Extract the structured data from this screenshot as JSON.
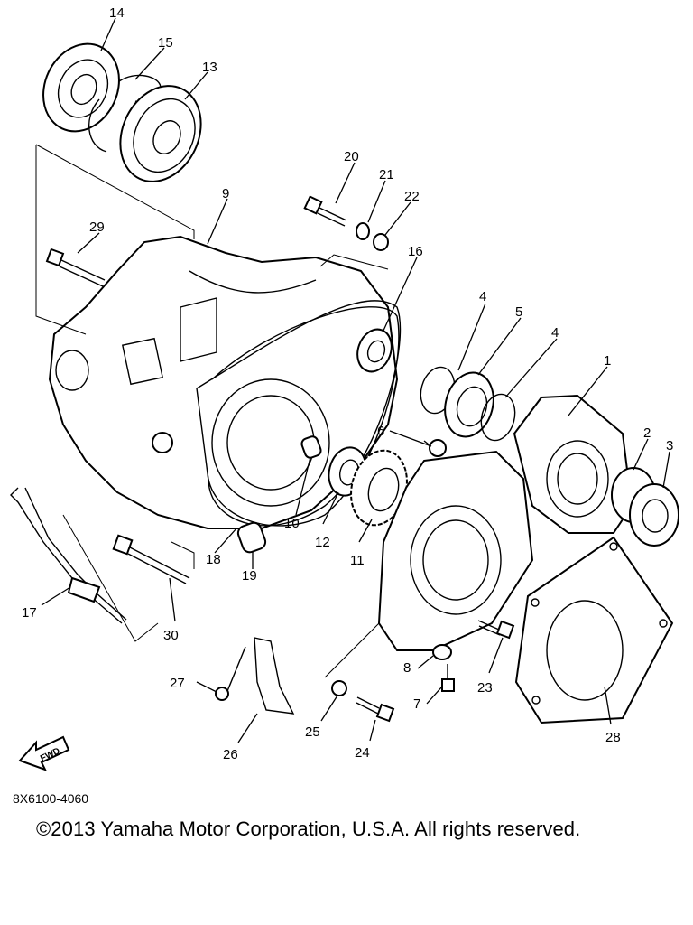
{
  "diagram": {
    "callouts": [
      {
        "id": "1",
        "text": "1"
      },
      {
        "id": "2",
        "text": "2"
      },
      {
        "id": "3",
        "text": "3"
      },
      {
        "id": "4a",
        "text": "4"
      },
      {
        "id": "5",
        "text": "5"
      },
      {
        "id": "4b",
        "text": "4"
      },
      {
        "id": "6",
        "text": "6"
      },
      {
        "id": "7",
        "text": "7"
      },
      {
        "id": "8",
        "text": "8"
      },
      {
        "id": "9",
        "text": "9"
      },
      {
        "id": "10",
        "text": "10"
      },
      {
        "id": "11",
        "text": "11"
      },
      {
        "id": "12",
        "text": "12"
      },
      {
        "id": "13",
        "text": "13"
      },
      {
        "id": "14",
        "text": "14"
      },
      {
        "id": "15",
        "text": "15"
      },
      {
        "id": "16",
        "text": "16"
      },
      {
        "id": "17",
        "text": "17"
      },
      {
        "id": "18",
        "text": "18"
      },
      {
        "id": "19",
        "text": "19"
      },
      {
        "id": "20",
        "text": "20"
      },
      {
        "id": "21",
        "text": "21"
      },
      {
        "id": "22",
        "text": "22"
      },
      {
        "id": "23",
        "text": "23"
      },
      {
        "id": "24",
        "text": "24"
      },
      {
        "id": "25",
        "text": "25"
      },
      {
        "id": "26",
        "text": "26"
      },
      {
        "id": "27",
        "text": "27"
      },
      {
        "id": "28",
        "text": "28"
      },
      {
        "id": "29",
        "text": "29"
      },
      {
        "id": "30",
        "text": "30"
      }
    ],
    "fwd_arrow": "FWD",
    "diagram_code": "8X6100-4060"
  },
  "footer": {
    "copyright": "©2013 Yamaha Motor Corporation, U.S.A. All rights reserved."
  }
}
